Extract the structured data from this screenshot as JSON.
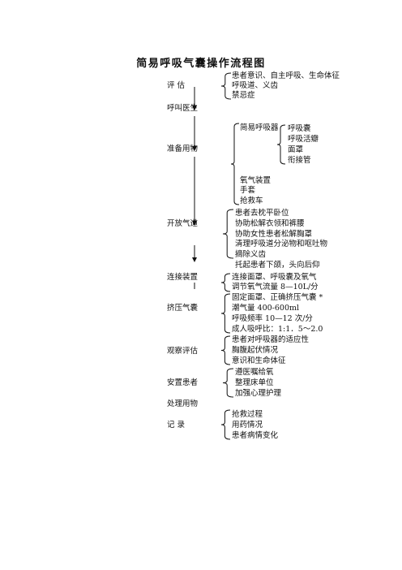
{
  "title": "简易呼吸气囊操作流程图",
  "steps": [
    {
      "label": "评    估",
      "details": [
        "患者意识、自主呼吸、生命体征",
        "呼吸道、义齿",
        "禁忌症"
      ]
    },
    {
      "label": "呼叫医生",
      "details": []
    },
    {
      "label": "准备用物",
      "details": [
        "简易呼吸器",
        "氧气装置",
        "手套",
        "抢救车"
      ],
      "sub": {
        "parent": "简易呼吸器",
        "items": [
          "呼吸囊",
          "呼吸活瓣",
          "面罩",
          "衔接管"
        ]
      }
    },
    {
      "label": "开放气道",
      "details": [
        "患者去枕平卧位",
        "协助松解衣领和裤腰",
        "协助女性患者松解胸罩",
        "清理呼吸道分泌物和呕吐物",
        "摘除义齿",
        "托起患者下颌，头向后仰"
      ]
    },
    {
      "label": "连接装置",
      "details": [
        "连接面罩、呼吸囊及氧气",
        "调节氧气流量 8—10L/分"
      ]
    },
    {
      "label": "挤压气囊",
      "details": [
        "固定面罩、正确挤压气囊 *",
        "潮气量 400-600ml",
        "呼吸频率 10—12 次/分",
        "成人吸呼比：1:1．5～2.0"
      ]
    },
    {
      "label": "观察评估",
      "details": [
        "患者对呼吸器的适应性",
        "胸腹起伏情况",
        "意识和生命体征"
      ]
    },
    {
      "label": "安置患者",
      "details": [
        "遵医嘱给氧",
        "整理床单位",
        "加强心理护理"
      ]
    },
    {
      "label": "处理用物",
      "details": []
    },
    {
      "label": "记    录",
      "details": [
        "抢救过程",
        "用药情况",
        "患者病情变化"
      ]
    }
  ]
}
